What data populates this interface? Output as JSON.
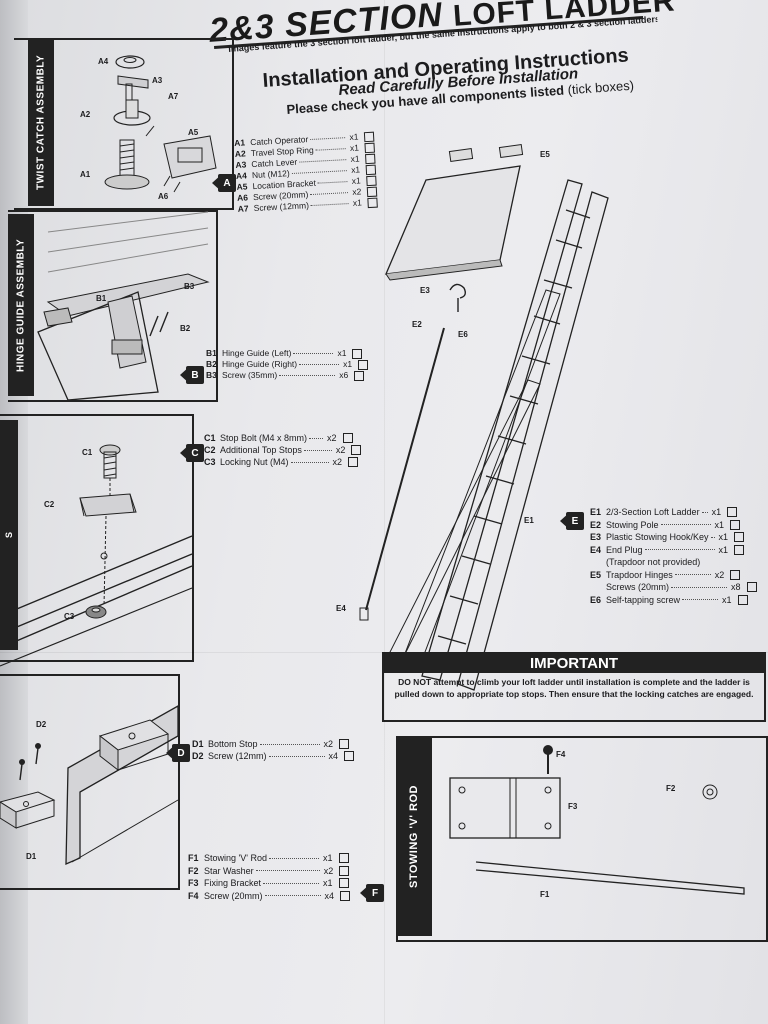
{
  "header": {
    "title_prefix": "2&3 SECTION",
    "title_main": "LOFT LADDER",
    "images_note": "Images feature the 3 section loft ladder, but the same instructions apply to both 2 & 3 section ladders",
    "instructions_title": "Installation and Operating Instructions",
    "read_carefully": "Read Carefully Before Installation",
    "check_components": "Please check you have all components listed",
    "tick_boxes": "(tick boxes)"
  },
  "sections": {
    "A": {
      "tab": "TWIST CATCH ASSEMBLY",
      "badge": "A",
      "parts": [
        {
          "id": "A1",
          "name": "Catch Operator",
          "qty": "x1"
        },
        {
          "id": "A2",
          "name": "Travel Stop Ring",
          "qty": "x1"
        },
        {
          "id": "A3",
          "name": "Catch Lever",
          "qty": "x1"
        },
        {
          "id": "A4",
          "name": "Nut (M12)",
          "qty": "x1"
        },
        {
          "id": "A5",
          "name": "Location Bracket",
          "qty": "x1"
        },
        {
          "id": "A6",
          "name": "Screw (20mm)",
          "qty": "x2"
        },
        {
          "id": "A7",
          "name": "Screw (12mm)",
          "qty": "x1"
        }
      ],
      "callouts": [
        "A4",
        "A3",
        "A7",
        "A2",
        "A5",
        "A1",
        "A6"
      ]
    },
    "B": {
      "tab": "HINGE GUIDE ASSEMBLY",
      "badge": "B",
      "parts": [
        {
          "id": "B1",
          "name": "Hinge Guide (Left)",
          "qty": "x1"
        },
        {
          "id": "B2",
          "name": "Hinge Guide (Right)",
          "qty": "x1"
        },
        {
          "id": "B3",
          "name": "Screw (35mm)",
          "qty": "x6"
        }
      ],
      "callouts": [
        "B1",
        "B3",
        "B2"
      ]
    },
    "C": {
      "tab": "S",
      "badge": "C",
      "parts": [
        {
          "id": "C1",
          "name": "Stop Bolt (M4 x 8mm)",
          "qty": "x2"
        },
        {
          "id": "C2",
          "name": "Additional Top Stops",
          "qty": "x2"
        },
        {
          "id": "C3",
          "name": "Locking Nut (M4)",
          "qty": "x2"
        }
      ],
      "callouts": [
        "C1",
        "C2",
        "C3"
      ]
    },
    "D": {
      "badge": "D",
      "parts": [
        {
          "id": "D1",
          "name": "Bottom Stop",
          "qty": "x2"
        },
        {
          "id": "D2",
          "name": "Screw (12mm)",
          "qty": "x4"
        }
      ],
      "callouts": [
        "D2",
        "D1"
      ]
    },
    "E": {
      "badge": "E",
      "parts": [
        {
          "id": "E1",
          "name": "2/3-Section Loft Ladder",
          "qty": "x1"
        },
        {
          "id": "E2",
          "name": "Stowing Pole",
          "qty": "x1"
        },
        {
          "id": "E3",
          "name": "Plastic Stowing Hook/Key",
          "qty": "x1"
        },
        {
          "id": "E4",
          "name": "End Plug",
          "qty": "x1"
        },
        {
          "id": "",
          "name": "(Trapdoor not provided)",
          "qty": ""
        },
        {
          "id": "E5",
          "name": "Trapdoor Hinges",
          "qty": "x2"
        },
        {
          "id": "",
          "name": "Screws (20mm)",
          "qty": "x8"
        },
        {
          "id": "E6",
          "name": "Self-tapping screw",
          "qty": "x1"
        }
      ],
      "callouts": [
        "E5",
        "E3",
        "E2",
        "E6",
        "E1",
        "E4"
      ]
    },
    "F": {
      "tab": "STOWING 'V' ROD",
      "badge": "F",
      "parts": [
        {
          "id": "F1",
          "name": "Stowing 'V' Rod",
          "qty": "x1"
        },
        {
          "id": "F2",
          "name": "Star Washer",
          "qty": "x2"
        },
        {
          "id": "F3",
          "name": "Fixing Bracket",
          "qty": "x1"
        },
        {
          "id": "F4",
          "name": "Screw (20mm)",
          "qty": "x4"
        }
      ],
      "callouts": [
        "F4",
        "F2",
        "F3",
        "F1"
      ]
    }
  },
  "important": {
    "heading": "IMPORTANT",
    "text": "DO NOT attempt to climb your loft ladder until installation is complete and the ladder is pulled down to appropriate top stops. Then ensure that the locking catches are engaged."
  },
  "colors": {
    "ink": "#1c1c1e",
    "paper": "#ebebee",
    "panel_fill": "#222222"
  }
}
